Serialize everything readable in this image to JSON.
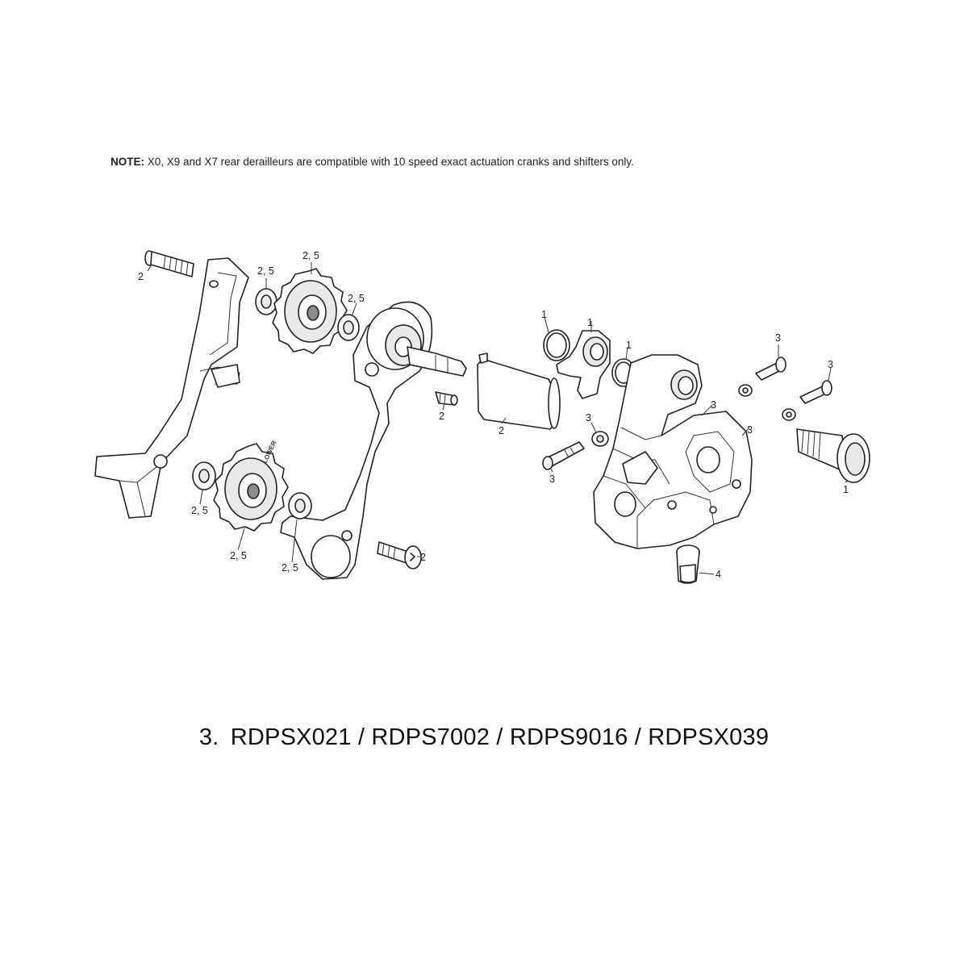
{
  "note": {
    "label": "NOTE:",
    "text": "X0, X9 and X7 rear derailleurs are compatible with 10 speed exact actuation cranks and shifters only."
  },
  "callouts": [
    {
      "id": "bolt-top",
      "text": "2"
    },
    {
      "id": "washer-top-left",
      "text": "2, 5"
    },
    {
      "id": "pulley-top",
      "text": "2, 5"
    },
    {
      "id": "washer-top-right",
      "text": "2, 5"
    },
    {
      "id": "small-screw",
      "text": "2"
    },
    {
      "id": "spring",
      "text": "2"
    },
    {
      "id": "oring-1",
      "text": "1"
    },
    {
      "id": "bracket-1",
      "text": "1"
    },
    {
      "id": "oring-2",
      "text": "1"
    },
    {
      "id": "washer-mid",
      "text": "3"
    },
    {
      "id": "bolt-mid",
      "text": "3"
    },
    {
      "id": "body-3a",
      "text": "3"
    },
    {
      "id": "body-3b",
      "text": "3"
    },
    {
      "id": "screw-right-1",
      "text": "3"
    },
    {
      "id": "screw-right-2",
      "text": "3"
    },
    {
      "id": "axle-bolt",
      "text": "1"
    },
    {
      "id": "washer-bottom-left",
      "text": "2, 5"
    },
    {
      "id": "pulley-bottom",
      "text": "2, 5"
    },
    {
      "id": "washer-bottom-right",
      "text": "2, 5"
    },
    {
      "id": "bolt-bottom",
      "text": "2"
    },
    {
      "id": "limit-bolt",
      "text": "4"
    }
  ],
  "pulley_text": "LOWER",
  "caption": {
    "number": "3.",
    "parts": "RDPSX021 / RDPS7002 / RDPS9016 / RDPSX039"
  }
}
